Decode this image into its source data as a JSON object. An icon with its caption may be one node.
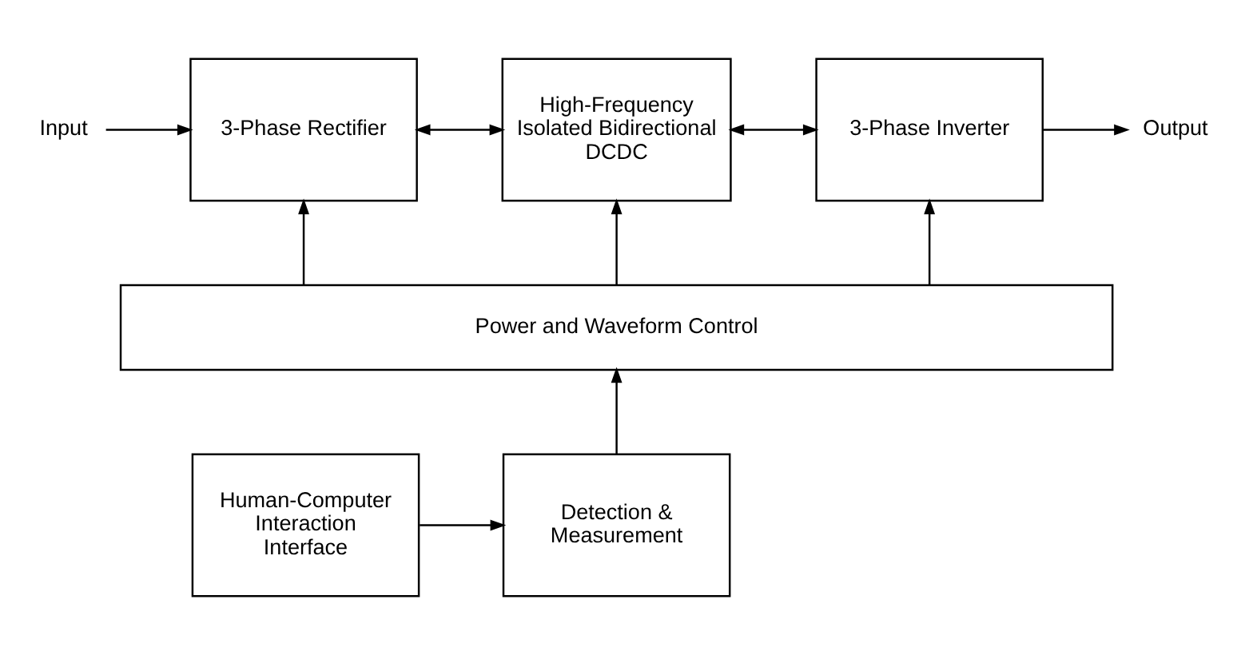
{
  "diagram": {
    "nodes": [
      {
        "text": [
          "Input"
        ]
      },
      {
        "text": [
          "3-Phase Rectifier"
        ]
      },
      {
        "text": [
          "High-Frequency Isolated Bidirectional DCDC"
        ]
      },
      {
        "text": [
          "3-Phase Inverter"
        ]
      },
      {
        "text": [
          "Output"
        ]
      },
      {
        "text": [
          "Power and Waveform Control"
        ]
      },
      {
        "text": [
          "Detection & Measurement"
        ]
      },
      {
        "text": [
          "Human-Computer Interaction Interface"
        ]
      }
    ],
    "edges": [
      {
        "from": 0,
        "to": 1,
        "arrow": "to"
      },
      {
        "from": 1,
        "to": 2,
        "arrow": "both"
      },
      {
        "from": 2,
        "to": 3,
        "arrow": "both"
      },
      {
        "from": 3,
        "to": 4,
        "arrow": "to"
      },
      {
        "from": 5,
        "to": 1,
        "arrow": "to"
      },
      {
        "from": 5,
        "to": 2,
        "arrow": "to"
      },
      {
        "from": 5,
        "to": 3,
        "arrow": "to"
      },
      {
        "from": 6,
        "to": 5,
        "arrow": "to"
      },
      {
        "from": 7,
        "to": 6,
        "arrow": "to"
      }
    ]
  }
}
